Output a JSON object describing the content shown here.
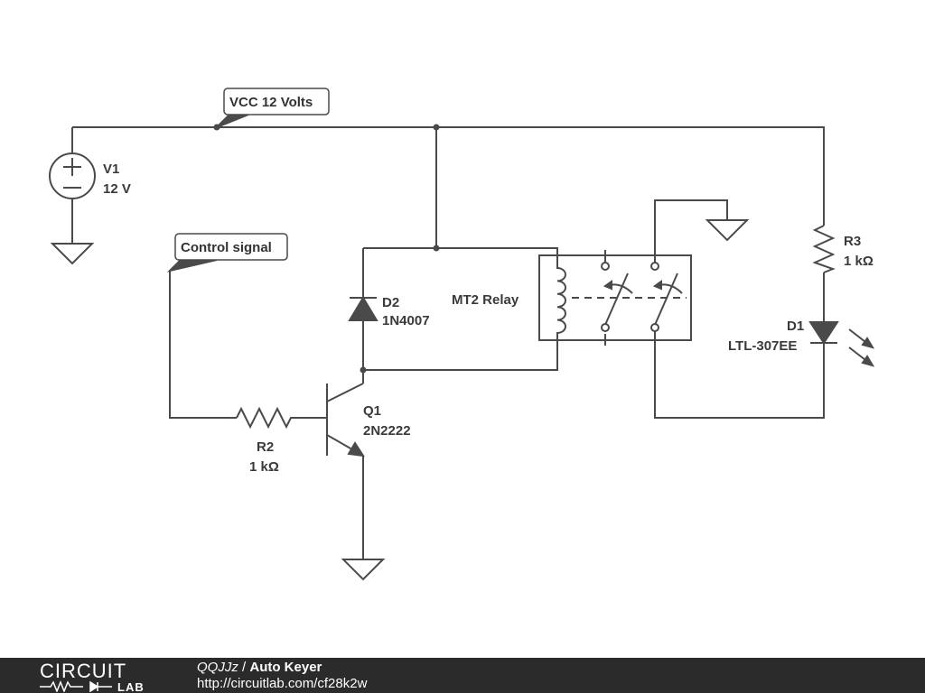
{
  "labels": {
    "vcc": "VCC 12 Volts",
    "control": "Control signal",
    "v1_name": "V1",
    "v1_value": "12 V",
    "d2_name": "D2",
    "d2_value": "1N4007",
    "relay": "MT2 Relay",
    "q1_name": "Q1",
    "q1_value": "2N2222",
    "r2_name": "R2",
    "r2_value": "1 kΩ",
    "r3_name": "R3",
    "r3_value": "1 kΩ",
    "d1_name": "D1",
    "d1_value": "LTL-307EE"
  },
  "footer": {
    "logo_top": "CIRCUIT",
    "logo_bottom": "LAB",
    "author": "QQJJz",
    "separator": " / ",
    "title": "Auto Keyer",
    "url": "http://circuitlab.com/cf28k2w"
  },
  "colors": {
    "wire": "#4a4a4a",
    "footer_bg": "#2b2b2b"
  }
}
